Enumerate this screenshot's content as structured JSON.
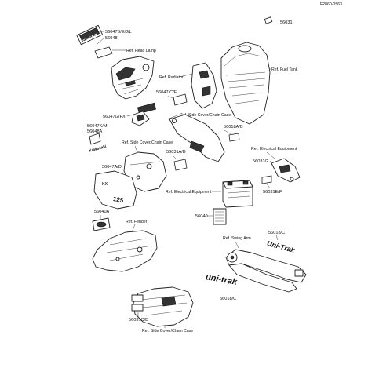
{
  "figure_code": "F2860-0563",
  "labels": {
    "ref_head_lamp": "Ref. Head Lamp",
    "ref_radiator": "Ref. Radiator",
    "ref_fuel_tank": "Ref. Fuel Tank",
    "ref_side_cover_upper": "Ref. Side Cover/Chain Case",
    "ref_side_cover_left": "Ref. Side Cover/Chain Case",
    "ref_electrical_right": "Ref. Electrical Equipment",
    "ref_electrical_center": "Ref. Electrical Equipment",
    "ref_fender": "Ref. Fender",
    "ref_swing_arm": "Ref. Swing Arm",
    "ref_side_cover_bottom": "Ref. Side Cover/Chain Case"
  },
  "part_numbers": {
    "p56031": "56031",
    "p56047b": "56047B/E/J/L",
    "p56048": "56048",
    "p56047c": "56047/C/F",
    "p56047g": "56047G/H/I",
    "p56047k": "56047K/M",
    "p56048a": "56048A",
    "p56018a": "56018A/B",
    "p56031a": "56031A/B",
    "p56047a": "56047A/D",
    "p56031g": "56031G",
    "p56031e": "56031E/F",
    "p56040": "56040",
    "p56040a": "56040A",
    "p56018c_top": "56018/C",
    "p56018c_bottom": "56018/C",
    "p56031c": "56031C/D"
  },
  "decals": {
    "front": "FRONT",
    "kawasaki": "Kawasaki",
    "model_125": "125",
    "kx": "KX",
    "unitrak_top": "Uni-Trak",
    "unitrak_bottom": "uni-trak"
  },
  "colors": {
    "line": "#222222",
    "background": "#ffffff"
  }
}
